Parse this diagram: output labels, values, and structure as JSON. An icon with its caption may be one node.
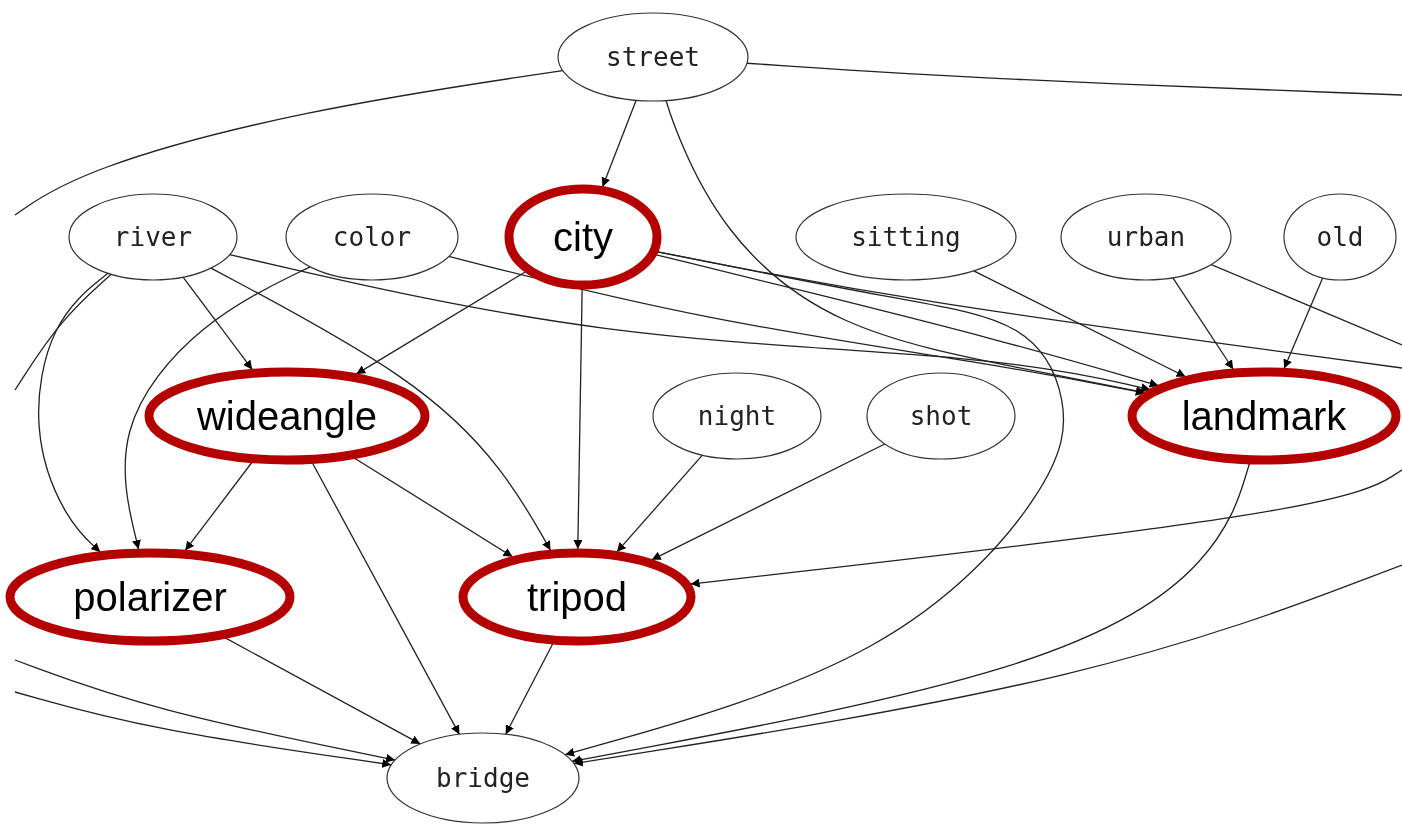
{
  "diagram": {
    "nodes": [
      {
        "text": [
          "street"
        ]
      },
      {
        "text": [
          "river"
        ]
      },
      {
        "text": [
          "color"
        ]
      },
      {
        "text": [
          "city"
        ]
      },
      {
        "text": [
          "sitting"
        ]
      },
      {
        "text": [
          "urban"
        ]
      },
      {
        "text": [
          "old"
        ]
      },
      {
        "text": [
          "wideangle"
        ]
      },
      {
        "text": [
          "night"
        ]
      },
      {
        "text": [
          "shot"
        ]
      },
      {
        "text": [
          "landmark"
        ]
      },
      {
        "text": [
          "polarizer"
        ]
      },
      {
        "text": [
          "tripod"
        ]
      },
      {
        "text": [
          "bridge"
        ]
      }
    ],
    "edges": [
      {
        "from": 0,
        "to": 3,
        "arrow": "to"
      },
      {
        "from": 0,
        "to": 10,
        "arrow": "to"
      },
      {
        "from": 0,
        "to": null,
        "arrow": "none"
      },
      {
        "from": 0,
        "to": null,
        "arrow": "none"
      },
      {
        "from": 1,
        "to": 7,
        "arrow": "to"
      },
      {
        "from": 1,
        "to": 12,
        "arrow": "to"
      },
      {
        "from": 1,
        "to": 11,
        "arrow": "to"
      },
      {
        "from": 1,
        "to": null,
        "arrow": "none"
      },
      {
        "from": 1,
        "to": 10,
        "arrow": "to"
      },
      {
        "from": 2,
        "to": 11,
        "arrow": "to"
      },
      {
        "from": 2,
        "to": 10,
        "arrow": "to"
      },
      {
        "from": 3,
        "to": 7,
        "arrow": "to"
      },
      {
        "from": 3,
        "to": 12,
        "arrow": "to"
      },
      {
        "from": 3,
        "to": 10,
        "arrow": "to"
      },
      {
        "from": 3,
        "to": 13,
        "arrow": "to"
      },
      {
        "from": 3,
        "to": null,
        "arrow": "none"
      },
      {
        "from": 4,
        "to": 10,
        "arrow": "to"
      },
      {
        "from": 5,
        "to": 10,
        "arrow": "to"
      },
      {
        "from": 5,
        "to": null,
        "arrow": "none"
      },
      {
        "from": 6,
        "to": 10,
        "arrow": "to"
      },
      {
        "from": 7,
        "to": 11,
        "arrow": "to"
      },
      {
        "from": 7,
        "to": 12,
        "arrow": "to"
      },
      {
        "from": 7,
        "to": 13,
        "arrow": "to"
      },
      {
        "from": 8,
        "to": 12,
        "arrow": "to"
      },
      {
        "from": 9,
        "to": 12,
        "arrow": "to"
      },
      {
        "from": null,
        "to": 12,
        "arrow": "to"
      },
      {
        "from": 10,
        "to": 13,
        "arrow": "to"
      },
      {
        "from": null,
        "to": 13,
        "arrow": "to"
      },
      {
        "from": 11,
        "to": 13,
        "arrow": "to"
      },
      {
        "from": 12,
        "to": 13,
        "arrow": "to"
      },
      {
        "from": null,
        "to": 13,
        "arrow": "to"
      },
      {
        "from": null,
        "to": 13,
        "arrow": "to"
      }
    ]
  }
}
